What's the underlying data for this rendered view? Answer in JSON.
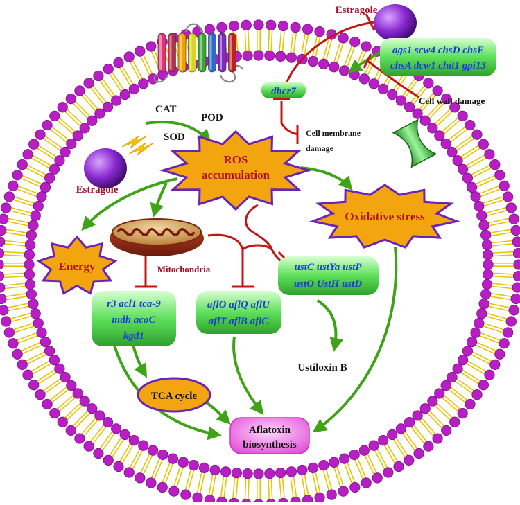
{
  "compounds": {
    "top": "Estragole",
    "left": "Estragole"
  },
  "enzymes": {
    "cat": "CAT",
    "pod": "POD",
    "sod": "SOD"
  },
  "stars": {
    "ros_line1": "ROS",
    "ros_line2": "accumulation",
    "oxidative": "Oxidative stress",
    "energy": "Energy"
  },
  "labels": {
    "mitochondria": "Mitochondria",
    "cell_wall_damage": "Cell wall damage",
    "membrane_damage_line1": "Cell membrane",
    "membrane_damage_line2": "damage",
    "ustiloxin": "Ustiloxin B",
    "tca": "TCA cycle",
    "aflatoxin_line1": "Aflatoxin",
    "aflatoxin_line2": "biosynthesis"
  },
  "gene_boxes": {
    "cell_wall": [
      "ags1 scw4 chsD chsE",
      "chsA dcw1 chit1 gpi13"
    ],
    "dhcr": [
      "dhcr7"
    ],
    "ust": [
      "ustC ustYa ustP",
      "ustO UstH ustD"
    ],
    "afl": [
      "aflO aflQ aflU",
      "aflT aflB aflC"
    ],
    "tca_genes": [
      "r3 acl1 tca-9",
      "mdh acoC",
      "kgd1"
    ]
  },
  "colors": {
    "membrane_head": "#b71fc4",
    "membrane_tail": "#e6c400",
    "star_fill": "#f3a510",
    "star_stroke": "#6a22b8",
    "arrow_green": "#3fa318",
    "inhibit_red": "#c41414",
    "gene_box_green": "#48d14a",
    "estragole_purple": "#8a2ad0",
    "aflatoxin_pink": "#e04bd6"
  }
}
